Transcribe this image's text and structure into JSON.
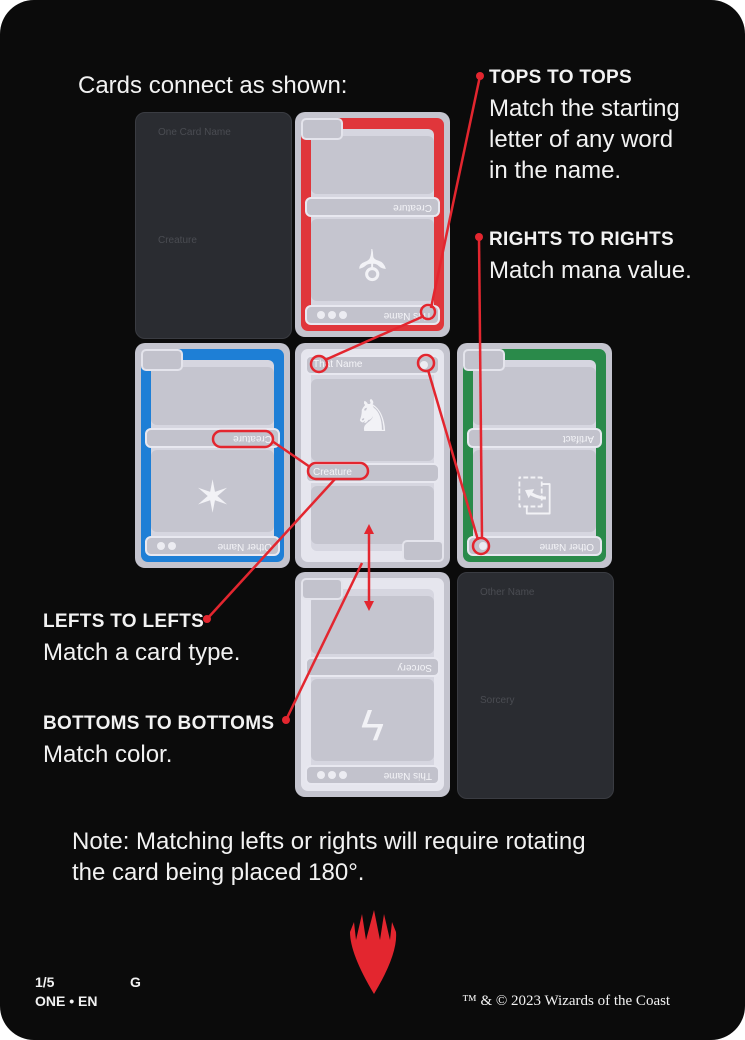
{
  "intro": "Cards connect as shown:",
  "rules": [
    {
      "title": "TOPS TO TOPS",
      "desc": [
        "Match the starting",
        "letter of any word",
        "in the name."
      ]
    },
    {
      "title": "RIGHTS TO RIGHTS",
      "desc": [
        "Match mana value."
      ]
    },
    {
      "title": "LEFTS TO LEFTS",
      "desc": [
        "Match a card type."
      ]
    },
    {
      "title": "BOTTOMS TO BOTTOMS",
      "desc": [
        "Match color."
      ]
    }
  ],
  "note": [
    "Note: Matching lefts or rights will require rotating",
    "the card being placed 180°."
  ],
  "cards": {
    "top_left": {
      "name": "One Card Name",
      "type": "Creature"
    },
    "top_middle": {
      "name": "This Name",
      "type": "Creature",
      "frame": "#e0363b",
      "mana": 3
    },
    "middle_left": {
      "name": "Other Name",
      "type": "Creature",
      "frame": "#1e7fd6",
      "mana": 2
    },
    "center": {
      "name": "That Name",
      "type": "Creature",
      "frame": "#e6e6ee",
      "mana": 1
    },
    "middle_right": {
      "name": "Other Name",
      "type": "Artifact",
      "frame": "#2a8a4a",
      "mana": 1
    },
    "bottom_middle": {
      "name": "This Name",
      "type": "Sorcery",
      "frame": "#e6e6ee",
      "mana": 3
    },
    "bottom_right": {
      "name": "Other Name",
      "type": "Sorcery"
    }
  },
  "accent": "#e3262f",
  "footer": {
    "collector": "1/5",
    "rarity": "G",
    "set": "ONE • EN",
    "copyright": "™ & © 2023 Wizards of the Coast"
  }
}
